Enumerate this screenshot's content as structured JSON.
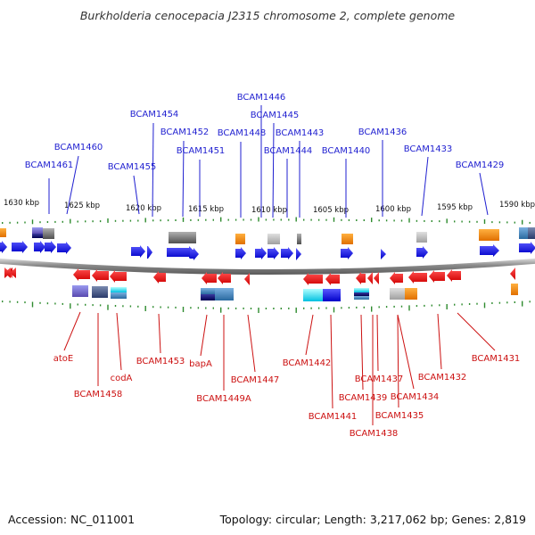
{
  "title": "Burkholderia cenocepacia J2315 chromosome 2, complete genome",
  "footer": {
    "accession": "Accession: NC_011001",
    "summary": "Topology: circular; Length: 3,217,062 bp; Genes: 2,819"
  },
  "scale_labels": [
    "1630 kbp",
    "1625 kbp",
    "1620 kbp",
    "1615 kbp",
    "1610 kbp",
    "1605 kbp",
    "1600 kbp",
    "1595 kbp",
    "1590 kbp"
  ],
  "top_genes": [
    "BCAM1461",
    "BCAM1460",
    "BCAM1455",
    "BCAM1454",
    "BCAM1452",
    "BCAM1451",
    "BCAM1448",
    "BCAM1446",
    "BCAM1445",
    "BCAM1444",
    "BCAM1443",
    "BCAM1440",
    "BCAM1436",
    "BCAM1433",
    "BCAM1429"
  ],
  "bottom_genes": [
    "atoE",
    "BCAM1458",
    "codA",
    "BCAM1453",
    "bapA",
    "BCAM1449A",
    "BCAM1447",
    "BCAM1442",
    "BCAM1441",
    "BCAM1439",
    "BCAM1437",
    "BCAM1438",
    "BCAM1434",
    "BCAM1435",
    "BCAM1432",
    "BCAM1431"
  ],
  "colors": {
    "forward_strand": "#0a0ad6",
    "reverse_strand": "#e00000",
    "top_label": "#1f1fd0",
    "bottom_label": "#cc1111",
    "backbone": "#888888",
    "tick": "#2e8b2e"
  }
}
